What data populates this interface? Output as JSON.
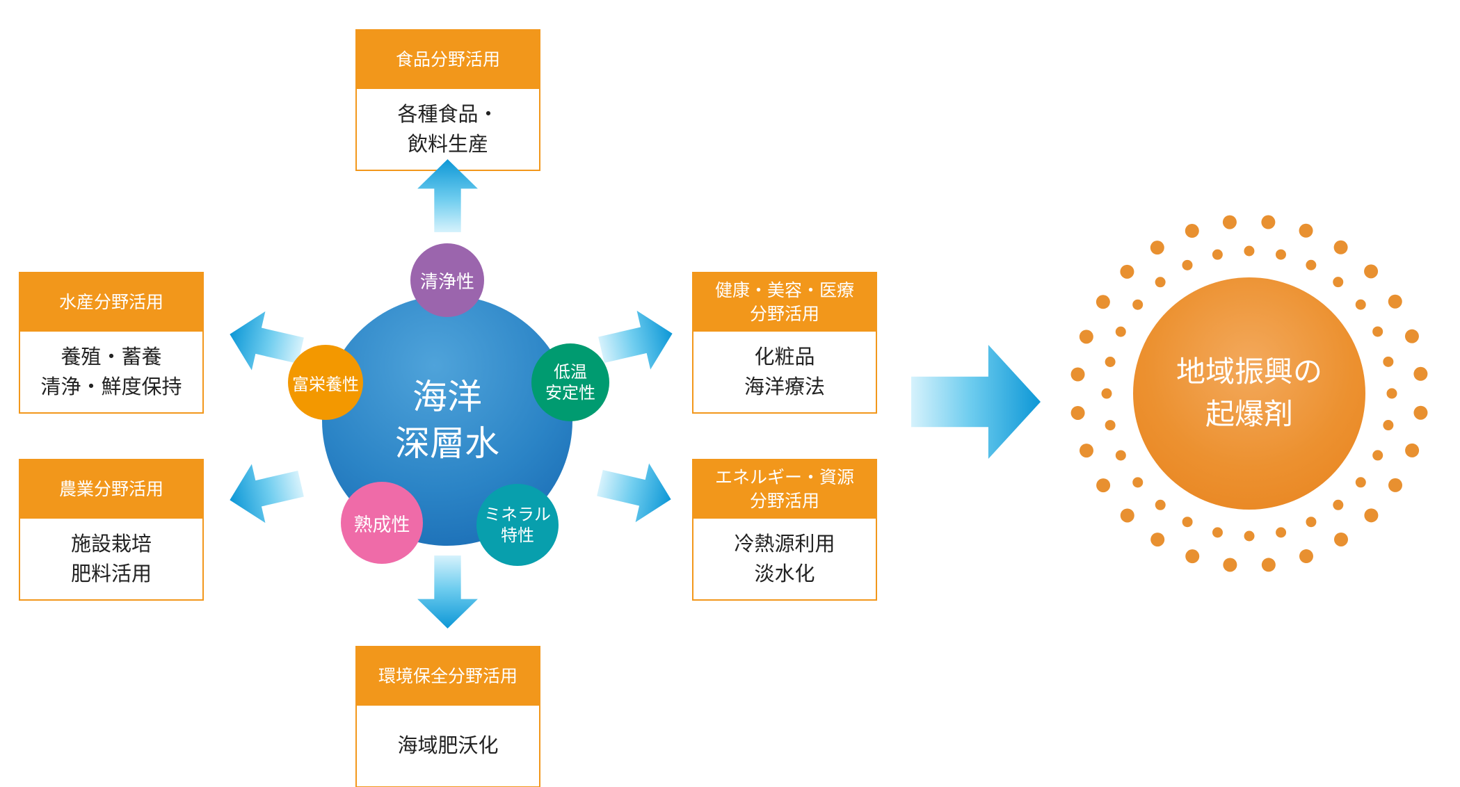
{
  "center_circle": {
    "line1": "海洋",
    "line2": "深層水"
  },
  "properties": {
    "purity": {
      "label": "清浄性"
    },
    "eutrophy": {
      "label": "富栄養性"
    },
    "low_temp": {
      "line1": "低温",
      "line2": "安定性"
    },
    "maturity": {
      "label": "熟成性"
    },
    "mineral": {
      "line1": "ミネラル",
      "line2": "特性"
    }
  },
  "fields": {
    "food": {
      "header": "食品分野活用",
      "body1": "各種食品・",
      "body2": "飲料生産"
    },
    "fishery": {
      "header": "水産分野活用",
      "body1": "養殖・蓄養",
      "body2": "清浄・鮮度保持"
    },
    "agriculture": {
      "header": "農業分野活用",
      "body1": "施設栽培",
      "body2": "肥料活用"
    },
    "health": {
      "header1": "健康・美容・医療",
      "header2": "分野活用",
      "body1": "化粧品",
      "body2": "海洋療法"
    },
    "energy": {
      "header1": "エネルギー・資源",
      "header2": "分野活用",
      "body1": "冷熱源利用",
      "body2": "淡水化"
    },
    "environment": {
      "header": "環境保全分野活用",
      "body1": "海域肥沃化"
    }
  },
  "goal": {
    "line1": "地域振興の",
    "line2": "起爆剤"
  },
  "palette": {
    "box_orange": "#F2971B",
    "arrow_blue_light": "#D6F2FC",
    "arrow_blue_dark": "#0D97D6",
    "center_blue": "#2B84C6",
    "purity_purple": "#9B65AD",
    "eutrophy_orange": "#F39800",
    "low_temp_green": "#009B70",
    "maturity_pink": "#EF6BA8",
    "mineral_teal": "#089FAD",
    "goal_orange": "#EC9130",
    "dot_orange": "#E89030"
  }
}
